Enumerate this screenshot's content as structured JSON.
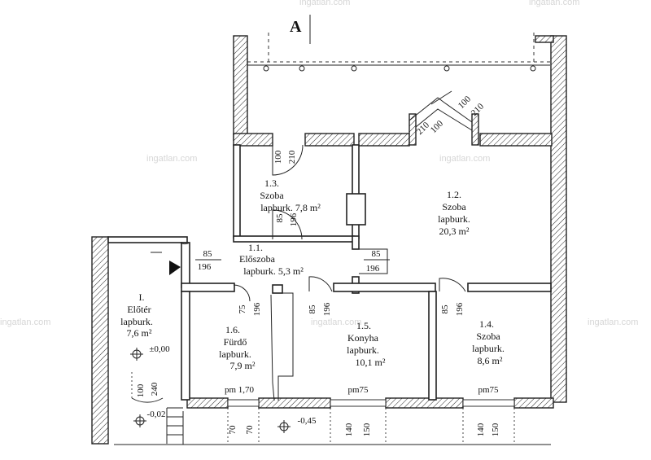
{
  "section_marker": "A",
  "rooms": [
    {
      "id": "1.3",
      "lines": [
        "1.3.",
        "Szoba",
        "lapburk. 7,8 m²"
      ]
    },
    {
      "id": "1.2",
      "lines": [
        "1.2.",
        "Szoba",
        "lapburk.",
        "20,3 m²"
      ]
    },
    {
      "id": "1.1",
      "lines": [
        "1.1.",
        "Előszoba",
        "lapburk. 5,3 m²"
      ]
    },
    {
      "id": "I",
      "lines": [
        "I.",
        "Előtér",
        "lapburk.",
        "7,6 m²"
      ]
    },
    {
      "id": "1.6",
      "lines": [
        "1.6.",
        "Fürdő",
        "lapburk.",
        "7,9 m²"
      ]
    },
    {
      "id": "1.5",
      "lines": [
        "1.5.",
        "Konyha",
        "lapburk.",
        "10,1 m²"
      ]
    },
    {
      "id": "1.4",
      "lines": [
        "1.4.",
        "Szoba",
        "lapburk.",
        "8,6 m²"
      ]
    }
  ],
  "dimensions": [
    "100",
    "210",
    "100",
    "210",
    "100",
    "210",
    "85",
    "196",
    "85",
    "196",
    "85",
    "196",
    "75",
    "196",
    "85",
    "196",
    "85",
    "196",
    "240",
    "100",
    "70",
    "70",
    "140",
    "150",
    "140",
    "150"
  ],
  "levels": [
    "±0,00",
    "-0,02",
    "-0,45"
  ],
  "parapets": [
    "pm 1,70",
    "pm75",
    "pm75"
  ],
  "watermark": "ingatlan.com"
}
